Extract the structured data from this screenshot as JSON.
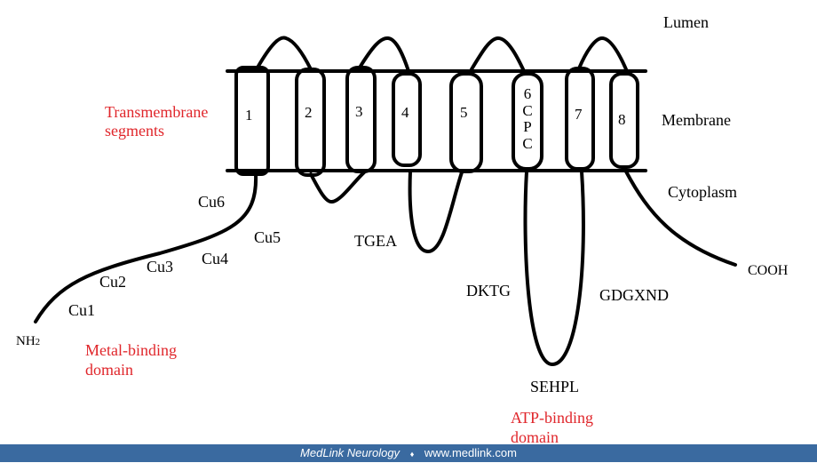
{
  "regions": {
    "lumen": "Lumen",
    "membrane": "Membrane",
    "cytoplasm": "Cytoplasm"
  },
  "segments": [
    "1",
    "2",
    "3",
    "4",
    "5",
    "6\nC\nP\nC",
    "7",
    "8"
  ],
  "segment6_lines": [
    "6",
    "C",
    "P",
    "C"
  ],
  "labels": {
    "transmembrane": [
      "Transmembrane",
      "segments"
    ],
    "metal_binding": [
      "Metal-binding",
      "domain"
    ],
    "atp_binding": [
      "ATP-binding",
      "domain"
    ],
    "nh2": "NH",
    "nh2_sub": "2",
    "cooh": "COOH",
    "tgea": "TGEA",
    "dktg": "DKTG",
    "gdgxnd": "GDGXND",
    "sehpl": "SEHPL"
  },
  "cu_sites": [
    "Cu1",
    "Cu2",
    "Cu3",
    "Cu4",
    "Cu5",
    "Cu6"
  ],
  "footer": {
    "brand": "MedLink Neurology",
    "separator": "♦",
    "url": "www.medlink.com"
  },
  "colors": {
    "accent": "#e0262b",
    "footer": "#3a6aa0"
  }
}
